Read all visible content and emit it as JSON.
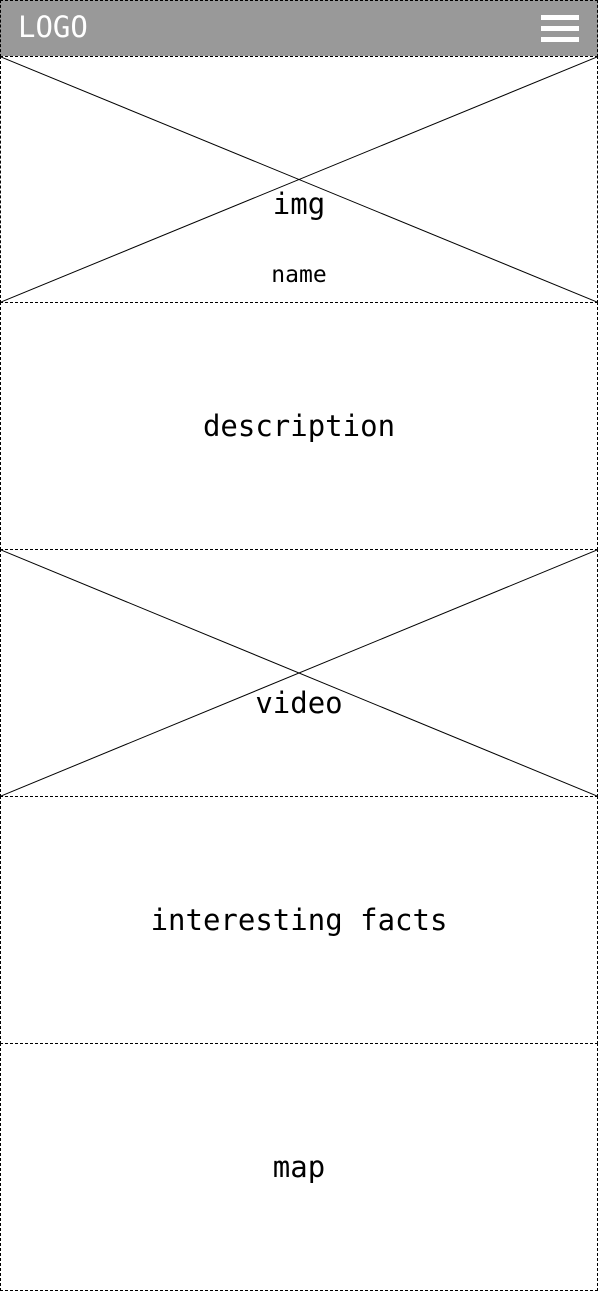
{
  "header": {
    "logo": "LOGO",
    "menu_icon": "hamburger-menu-icon"
  },
  "hero": {
    "image_label": "img",
    "name_label": "name"
  },
  "description": {
    "label": "description"
  },
  "video": {
    "label": "video"
  },
  "facts": {
    "label": "interesting facts"
  },
  "map": {
    "label": "map"
  },
  "colors": {
    "header_bg": "#999999",
    "header_text": "#ffffff",
    "border": "#000000"
  }
}
